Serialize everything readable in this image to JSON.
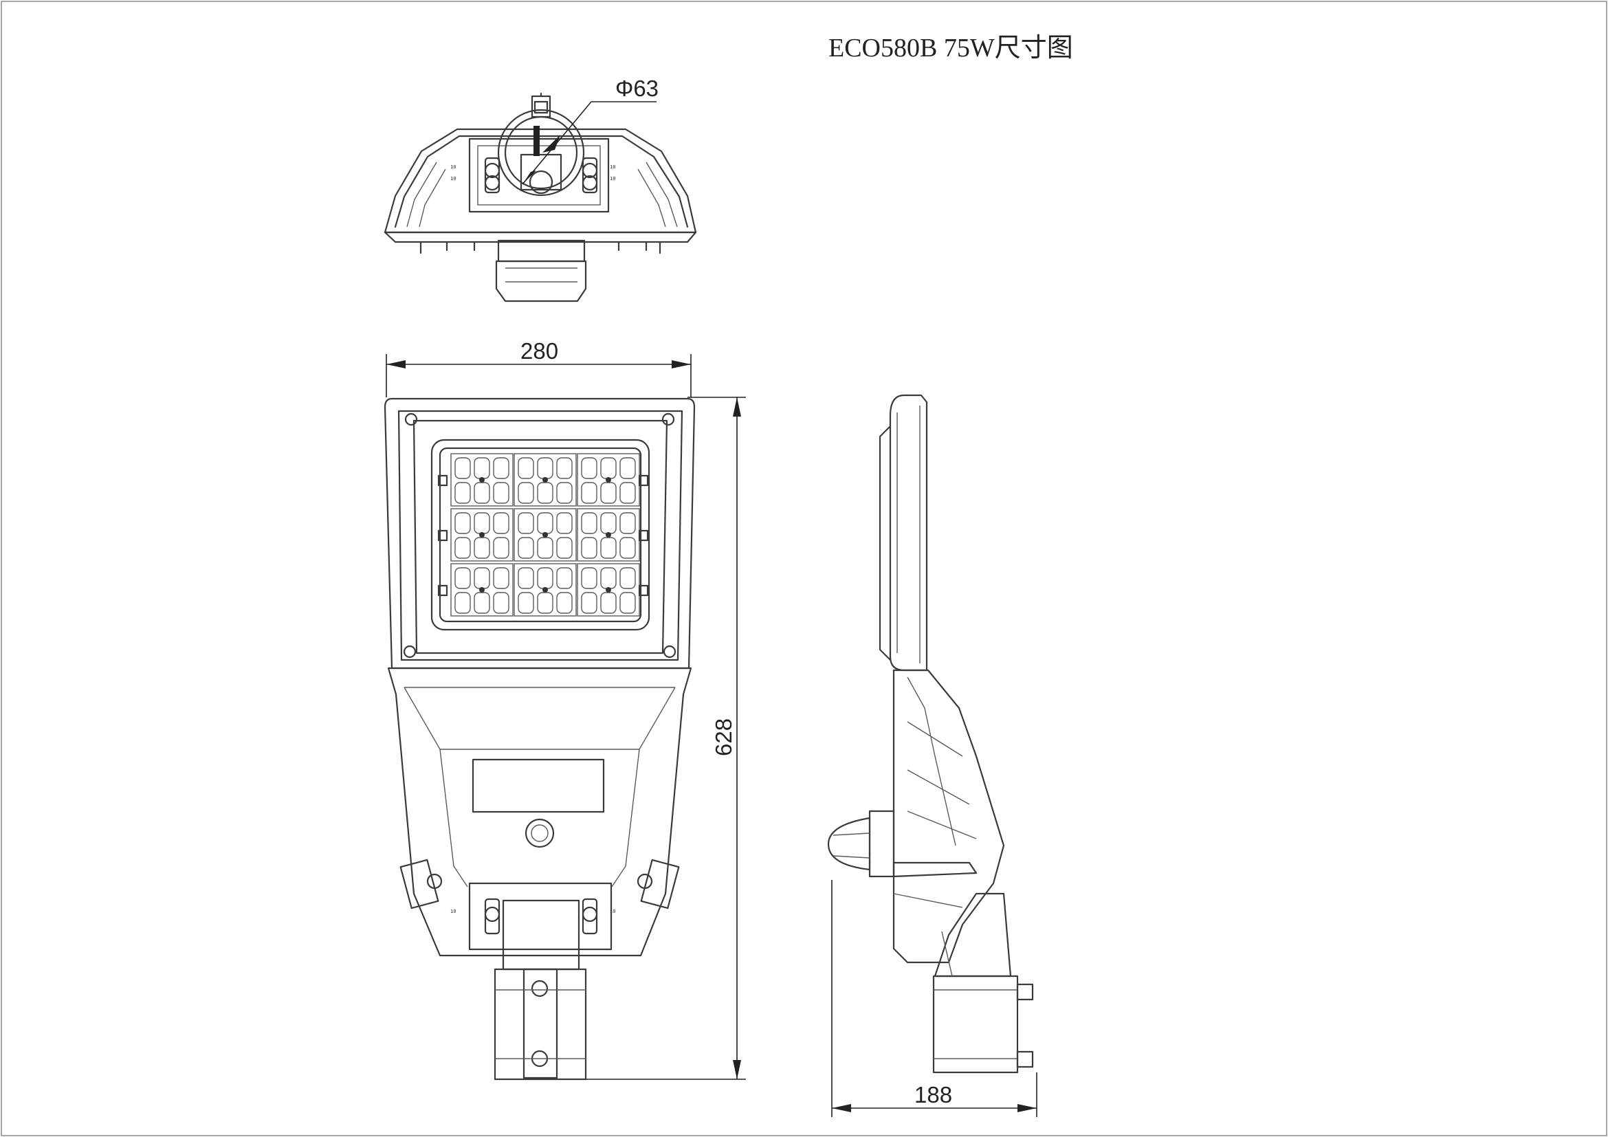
{
  "title": "ECO580B 75W尺寸图",
  "dimensions": {
    "bolt_diameter": "Φ63",
    "width": "280",
    "length": "628",
    "side_depth": "188"
  },
  "colors": {
    "line": "#3a3a3a",
    "background": "#ffffff"
  }
}
